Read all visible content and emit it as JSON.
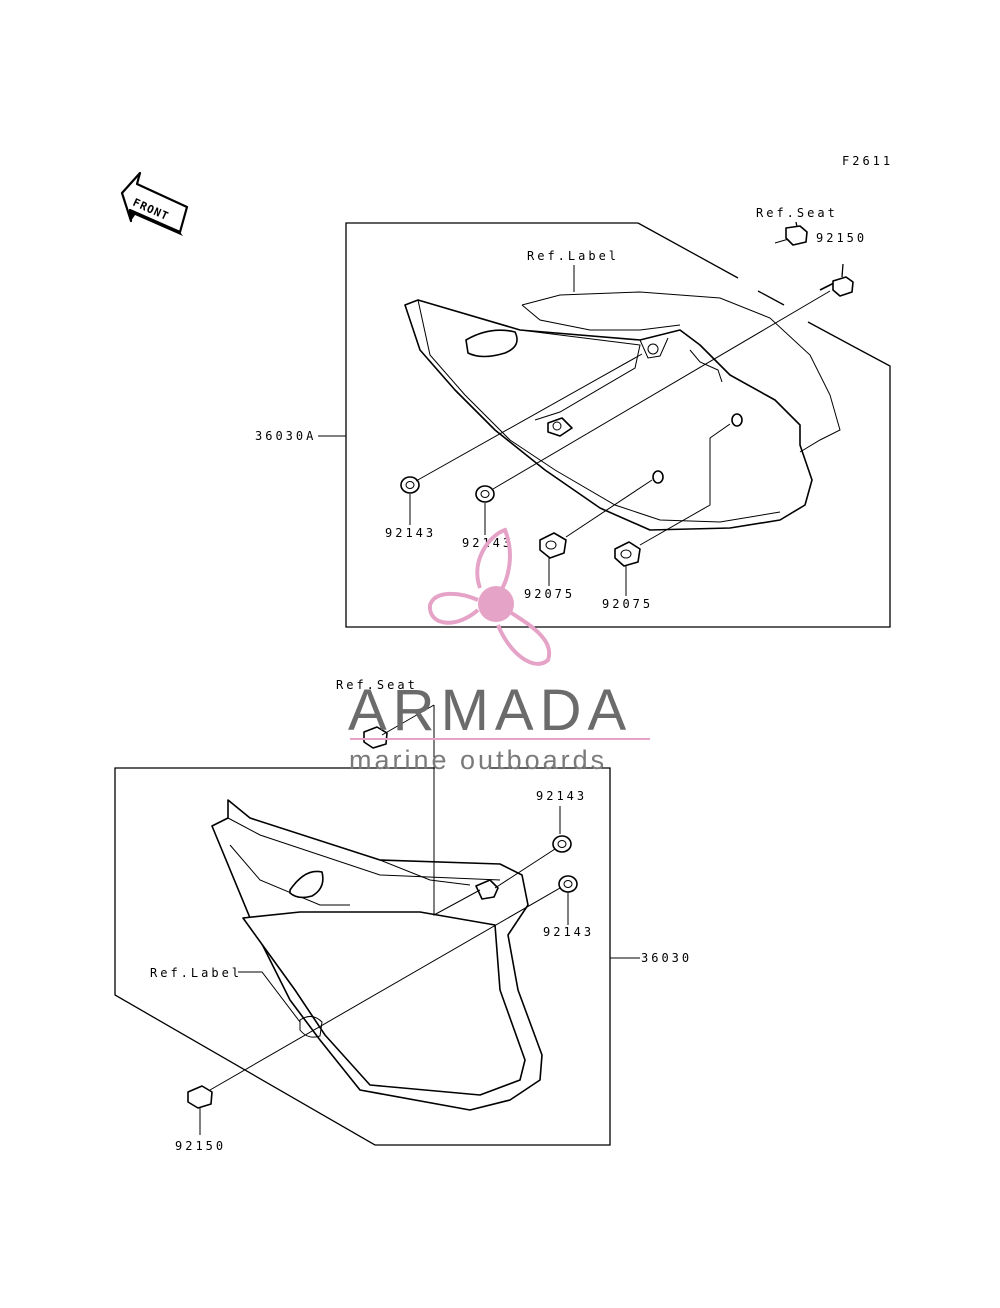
{
  "figure_code": "F2611",
  "front_label": "FRONT",
  "upper_assembly": {
    "assembly_number": "36030A",
    "ref_seat": "Ref.Seat",
    "ref_label": "Ref.Label",
    "bolt": "92150",
    "collar_left": "92143",
    "collar_center": "92143",
    "damper_left": "92075",
    "damper_right": "92075"
  },
  "lower_assembly": {
    "assembly_number": "36030",
    "ref_seat": "Ref.Seat",
    "ref_label": "Ref.Label",
    "collar_top": "92143",
    "collar_middle": "92143",
    "bolt": "92150"
  },
  "watermark": {
    "brand": "ARMADA",
    "tagline": "marine outboards",
    "accent_color": "#e6a3c8",
    "text_color": "#6b6b6b"
  }
}
